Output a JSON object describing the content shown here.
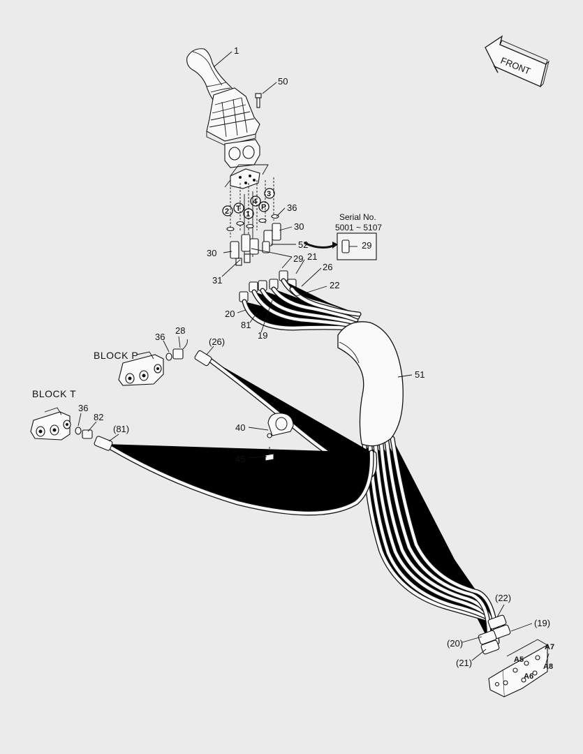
{
  "front_label": "FRONT",
  "serial": {
    "title": "Serial No.",
    "range": "5001 ~ 5107"
  },
  "blocks": {
    "block_p": "BLOCK  P",
    "block_t": "BLOCK  T"
  },
  "ports": {
    "p2": "2",
    "pT": "T",
    "p1": "1",
    "p4": "4",
    "pP": "P",
    "p3": "3"
  },
  "plate_ports": {
    "a5": "A5",
    "a6": "A6",
    "a7": "A7",
    "a8": "A8"
  },
  "callouts": {
    "c1": "1",
    "c50": "50",
    "c36a": "36",
    "c30a": "30",
    "c52": "52",
    "c29box": "29",
    "c30b": "30",
    "c29": "29",
    "c21": "21",
    "c26": "26",
    "c22": "22",
    "c31": "31",
    "c20": "20",
    "c81": "81",
    "c19": "19",
    "c28": "28",
    "c36b": "36",
    "c26p": "(26)",
    "c36c": "36",
    "c82": "82",
    "c81p": "(81)",
    "c51": "51",
    "c40": "40",
    "c45": "45",
    "c22p": "(22)",
    "c19p": "(19)",
    "c20p": "(20)",
    "c21p": "(21)"
  }
}
